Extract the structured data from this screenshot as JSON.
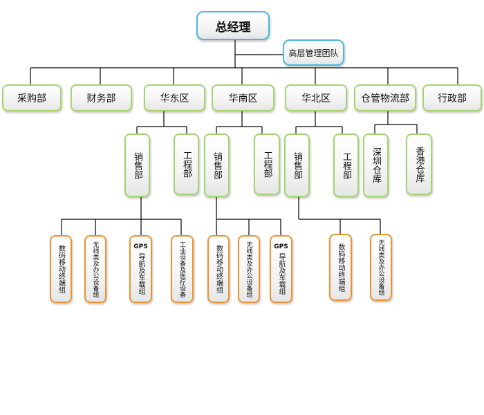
{
  "root": "总经理",
  "team": "高层管理团队",
  "departments": [
    "采购部",
    "财务部",
    "华东区",
    "华南区",
    "华北区",
    "仓管物流部",
    "行政部"
  ],
  "east": {
    "sales": "销售部",
    "engineering": "工程部",
    "groups": [
      "数码移动终端组",
      "无线类及办公设备组",
      "GPS",
      "导航及车载组",
      "工业设备及医疗设备"
    ]
  },
  "south": {
    "sales": "销售部",
    "engineering": "工程部",
    "groups": [
      "数码移动终端组",
      "无线类及办公设备组",
      "GPS",
      "导航及车载组"
    ]
  },
  "north": {
    "sales": "销售部",
    "engineering": "工程部",
    "groups": [
      "数码移动终端组",
      "无线类及办公设备组"
    ]
  },
  "warehouses": [
    "深圳仓库",
    "香港仓库"
  ]
}
